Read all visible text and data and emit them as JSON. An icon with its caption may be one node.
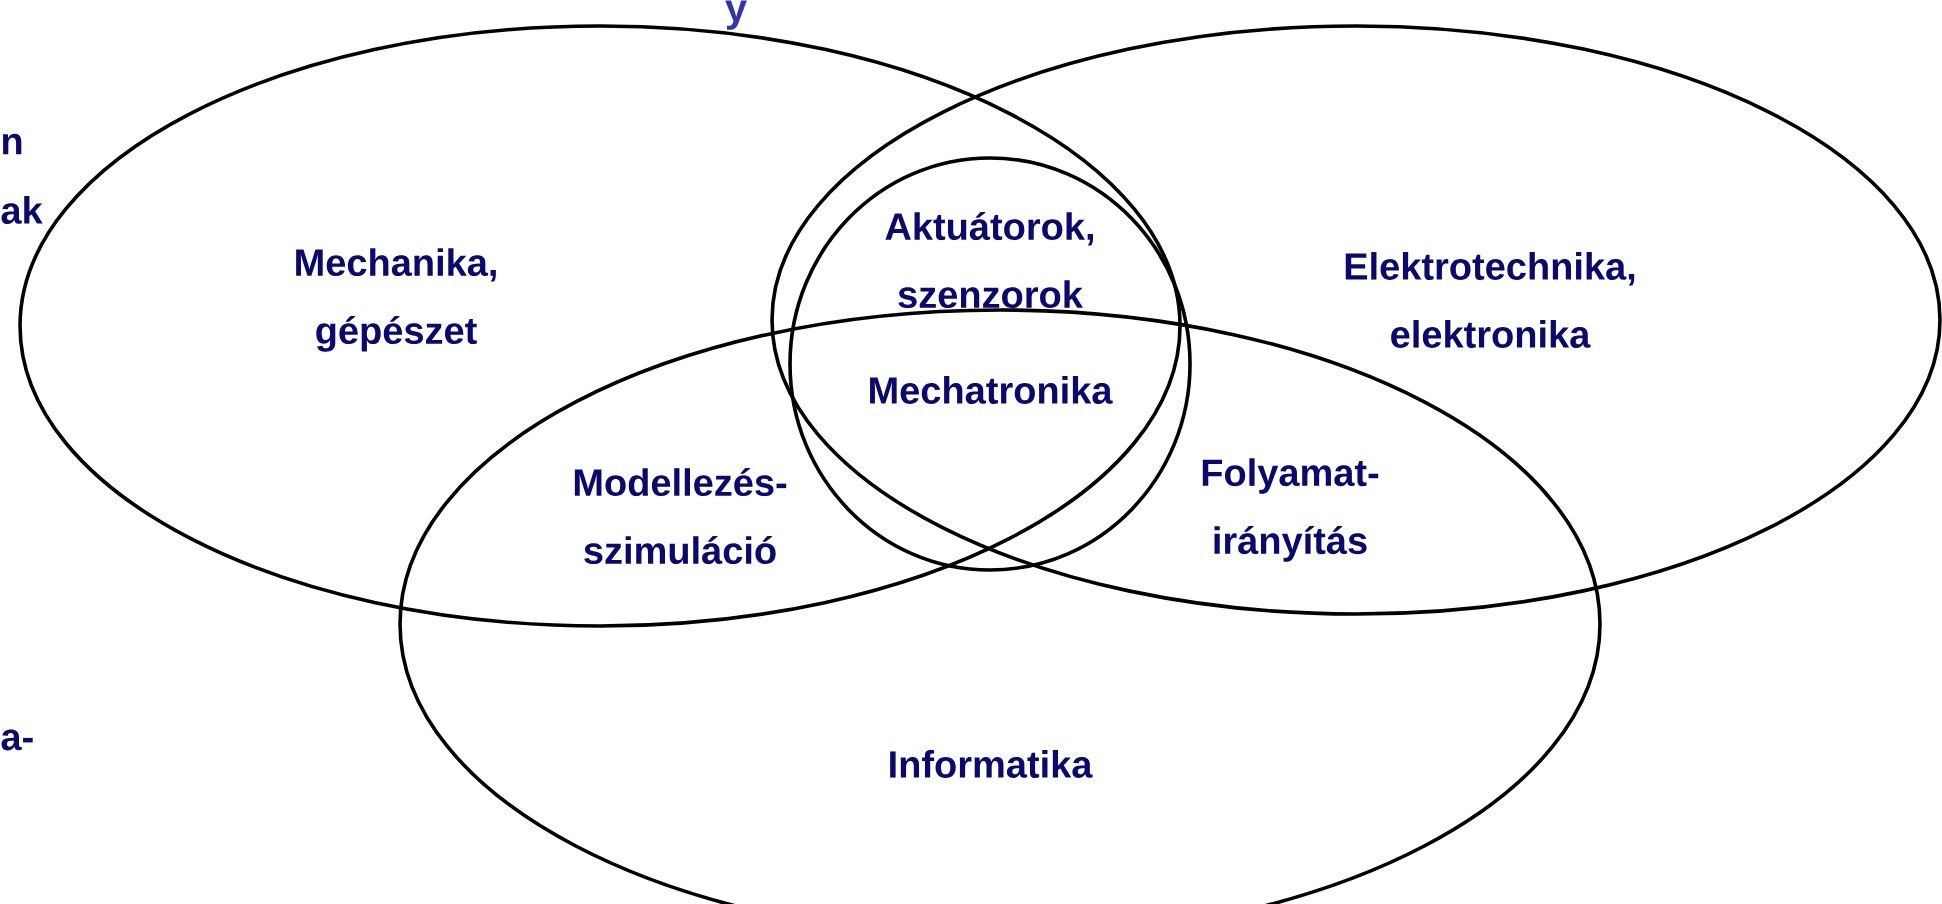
{
  "diagram": {
    "title": "y",
    "nodes": [
      {
        "text": [
          "Mechanika, gépészet"
        ]
      },
      {
        "text": [
          "Elektrotechnika, elektronika"
        ]
      },
      {
        "text": [
          "Informatika"
        ]
      },
      {
        "text": [
          "Aktuátorok, szenzorok",
          "Mechatronika"
        ]
      }
    ],
    "labels": [
      "n",
      "ak",
      "Modellezés- szimuláció",
      "Folyamat- irányítás",
      "a-"
    ]
  }
}
